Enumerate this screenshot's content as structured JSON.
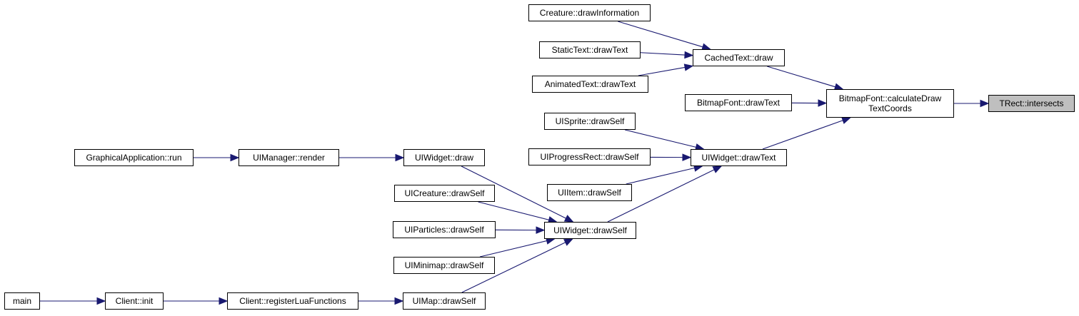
{
  "graph": {
    "kind": "caller graph",
    "edge_color": "#191970",
    "focus_fill": "#bfbfbf",
    "nodes": {
      "creature_drawinformation": "Creature::drawInformation",
      "statictext_drawtext": "StaticText::drawText",
      "animatedtext_drawtext": "AnimatedText::drawText",
      "cachedtext_draw": "CachedText::draw",
      "bitmapfont_drawtext": "BitmapFont::drawText",
      "bitmapfont_calculatedrawtextcoords": "BitmapFont::calculateDraw\nTextCoords",
      "trect_intersects": "TRect::intersects",
      "uisprite_drawself": "UISprite::drawSelf",
      "uiprogressrect_drawself": "UIProgressRect::drawSelf",
      "uiitem_drawself": "UIItem::drawSelf",
      "uiwidget_drawtext": "UIWidget::drawText",
      "graphicalapplication_run": "GraphicalApplication::run",
      "uimanager_render": "UIManager::render",
      "uiwidget_draw": "UIWidget::draw",
      "uicreature_drawself": "UICreature::drawSelf",
      "uiparticles_drawself": "UIParticles::drawSelf",
      "uiwidget_drawself": "UIWidget::drawSelf",
      "uiminimap_drawself": "UIMinimap::drawSelf",
      "main": "main",
      "client_init": "Client::init",
      "client_registerluafunctions": "Client::registerLuaFunctions",
      "uimap_drawself": "UIMap::drawSelf"
    },
    "edges": [
      [
        "creature_drawinformation",
        "cachedtext_draw"
      ],
      [
        "statictext_drawtext",
        "cachedtext_draw"
      ],
      [
        "animatedtext_drawtext",
        "cachedtext_draw"
      ],
      [
        "cachedtext_draw",
        "bitmapfont_calculatedrawtextcoords"
      ],
      [
        "bitmapfont_drawtext",
        "bitmapfont_calculatedrawtextcoords"
      ],
      [
        "uiwidget_drawtext",
        "bitmapfont_calculatedrawtextcoords"
      ],
      [
        "bitmapfont_calculatedrawtextcoords",
        "trect_intersects"
      ],
      [
        "uisprite_drawself",
        "uiwidget_drawtext"
      ],
      [
        "uiprogressrect_drawself",
        "uiwidget_drawtext"
      ],
      [
        "uiitem_drawself",
        "uiwidget_drawtext"
      ],
      [
        "uiwidget_drawself",
        "uiwidget_drawtext"
      ],
      [
        "graphicalapplication_run",
        "uimanager_render"
      ],
      [
        "uimanager_render",
        "uiwidget_draw"
      ],
      [
        "uiwidget_draw",
        "uiwidget_drawself"
      ],
      [
        "uicreature_drawself",
        "uiwidget_drawself"
      ],
      [
        "uiparticles_drawself",
        "uiwidget_drawself"
      ],
      [
        "uiminimap_drawself",
        "uiwidget_drawself"
      ],
      [
        "uimap_drawself",
        "uiwidget_drawself"
      ],
      [
        "main",
        "client_init"
      ],
      [
        "client_init",
        "client_registerluafunctions"
      ],
      [
        "client_registerluafunctions",
        "uimap_drawself"
      ]
    ]
  }
}
